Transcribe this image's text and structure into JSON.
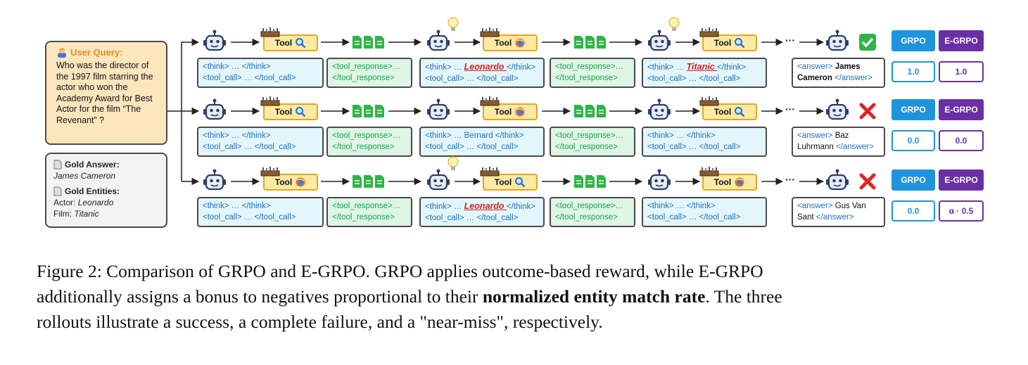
{
  "query": {
    "title": "User Query:",
    "text": "Who was the director of the 1997 film starring the actor who won the Academy Award for Best Actor for the film “The Revenant” ?",
    "icon": "user-icon"
  },
  "gold": {
    "answer_label": "Gold Answer:",
    "answer_value": "James Cameron",
    "entities_label": "Gold Entities:",
    "actor_label": "Actor:",
    "actor_value": "Leonardo",
    "film_label": "Film:",
    "film_value": "Titanic",
    "icon": "document-icon"
  },
  "labels": {
    "tool": "Tool",
    "dots": "···",
    "think_open": "<think> …",
    "think_close": "</think>",
    "tool_call": "<tool_call> … </tool_call>",
    "tool_resp_open": "<tool_response>…",
    "tool_resp_close": "</tool_response>",
    "answer_open": "<answer>",
    "answer_close": "</answer>",
    "grpo": "GRPO",
    "egrpo": "E-GRPO"
  },
  "rows": [
    {
      "tools": [
        "search",
        "browse",
        "search"
      ],
      "bulbs": [
        false,
        true,
        true
      ],
      "thinks": [
        "",
        "Leonardo",
        "Titanic"
      ],
      "think_entity": [
        false,
        true,
        true
      ],
      "answer_line1": "James",
      "answer_line2": "Cameron",
      "answer_bold": true,
      "result": "success",
      "grpo_score": "1.0",
      "egrpo_score": "1.0"
    },
    {
      "tools": [
        "search",
        "browse",
        "search"
      ],
      "bulbs": [
        false,
        false,
        false
      ],
      "thinks": [
        "",
        "Bernard",
        ""
      ],
      "think_entity": [
        false,
        false,
        false
      ],
      "answer_line1": "Baz",
      "answer_line2": "Luhrmann",
      "answer_bold": false,
      "result": "failure",
      "grpo_score": "0.0",
      "egrpo_score": "0.0"
    },
    {
      "tools": [
        "browse",
        "search",
        "browse"
      ],
      "bulbs": [
        false,
        true,
        false
      ],
      "thinks": [
        "",
        "Leonardo",
        ""
      ],
      "think_entity": [
        false,
        true,
        false
      ],
      "answer_line1": "Gus Van",
      "answer_line2": "Sant",
      "answer_bold": false,
      "result": "failure",
      "grpo_score": "0.0",
      "egrpo_score": "α · 0.5"
    }
  ],
  "caption": {
    "line1": "Figure 2: Comparison of GRPO and E-GRPO. GRPO applies outcome-based reward, while E-GRPO",
    "line2_a": "additionally assigns a bonus to negatives proportional to their ",
    "line2_b": "normalized entity match rate",
    "line2_c": ". The three",
    "line3": "rollouts illustrate a success, a complete failure, and a \"near-miss\", respectively."
  },
  "colors": {
    "grpo": "#1f93de",
    "egrpo": "#6a2fa5",
    "think_text": "#1f6fb8",
    "response_text": "#14a44a",
    "entity": "#d32020",
    "success": "#2fb545",
    "failure": "#e02424"
  }
}
